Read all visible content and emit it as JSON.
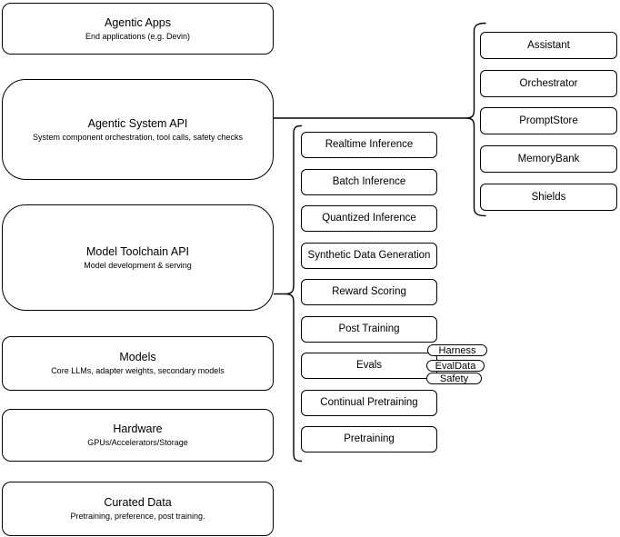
{
  "diagram": {
    "background_color": "#ffffff",
    "stroke_color": "#000000",
    "text_color": "#000000",
    "left_stack": [
      {
        "title": "Agentic Apps",
        "subtitle": "End applications (e.g. Devin)"
      },
      {
        "title": "Agentic System API",
        "subtitle": "System component orchestration, tool calls, safety checks"
      },
      {
        "title": "Model Toolchain API",
        "subtitle": "Model development & serving"
      },
      {
        "title": "Models",
        "subtitle": "Core LLMs, adapter weights, secondary models"
      },
      {
        "title": "Hardware",
        "subtitle": "GPUs/Accelerators/Storage"
      },
      {
        "title": "Curated Data",
        "subtitle": "Pretraining, preference, post training."
      }
    ],
    "toolchain_services": [
      "Realtime Inference",
      "Batch Inference",
      "Quantized Inference",
      "Synthetic Data Generation",
      "Reward Scoring",
      "Post Training",
      "Evals",
      "Continual Pretraining",
      "Pretraining"
    ],
    "eval_tags": [
      "Harness",
      "EvalData",
      "Safety"
    ],
    "system_components": [
      "Assistant",
      "Orchestrator",
      "PromptStore",
      "MemoryBank",
      "Shields"
    ]
  }
}
